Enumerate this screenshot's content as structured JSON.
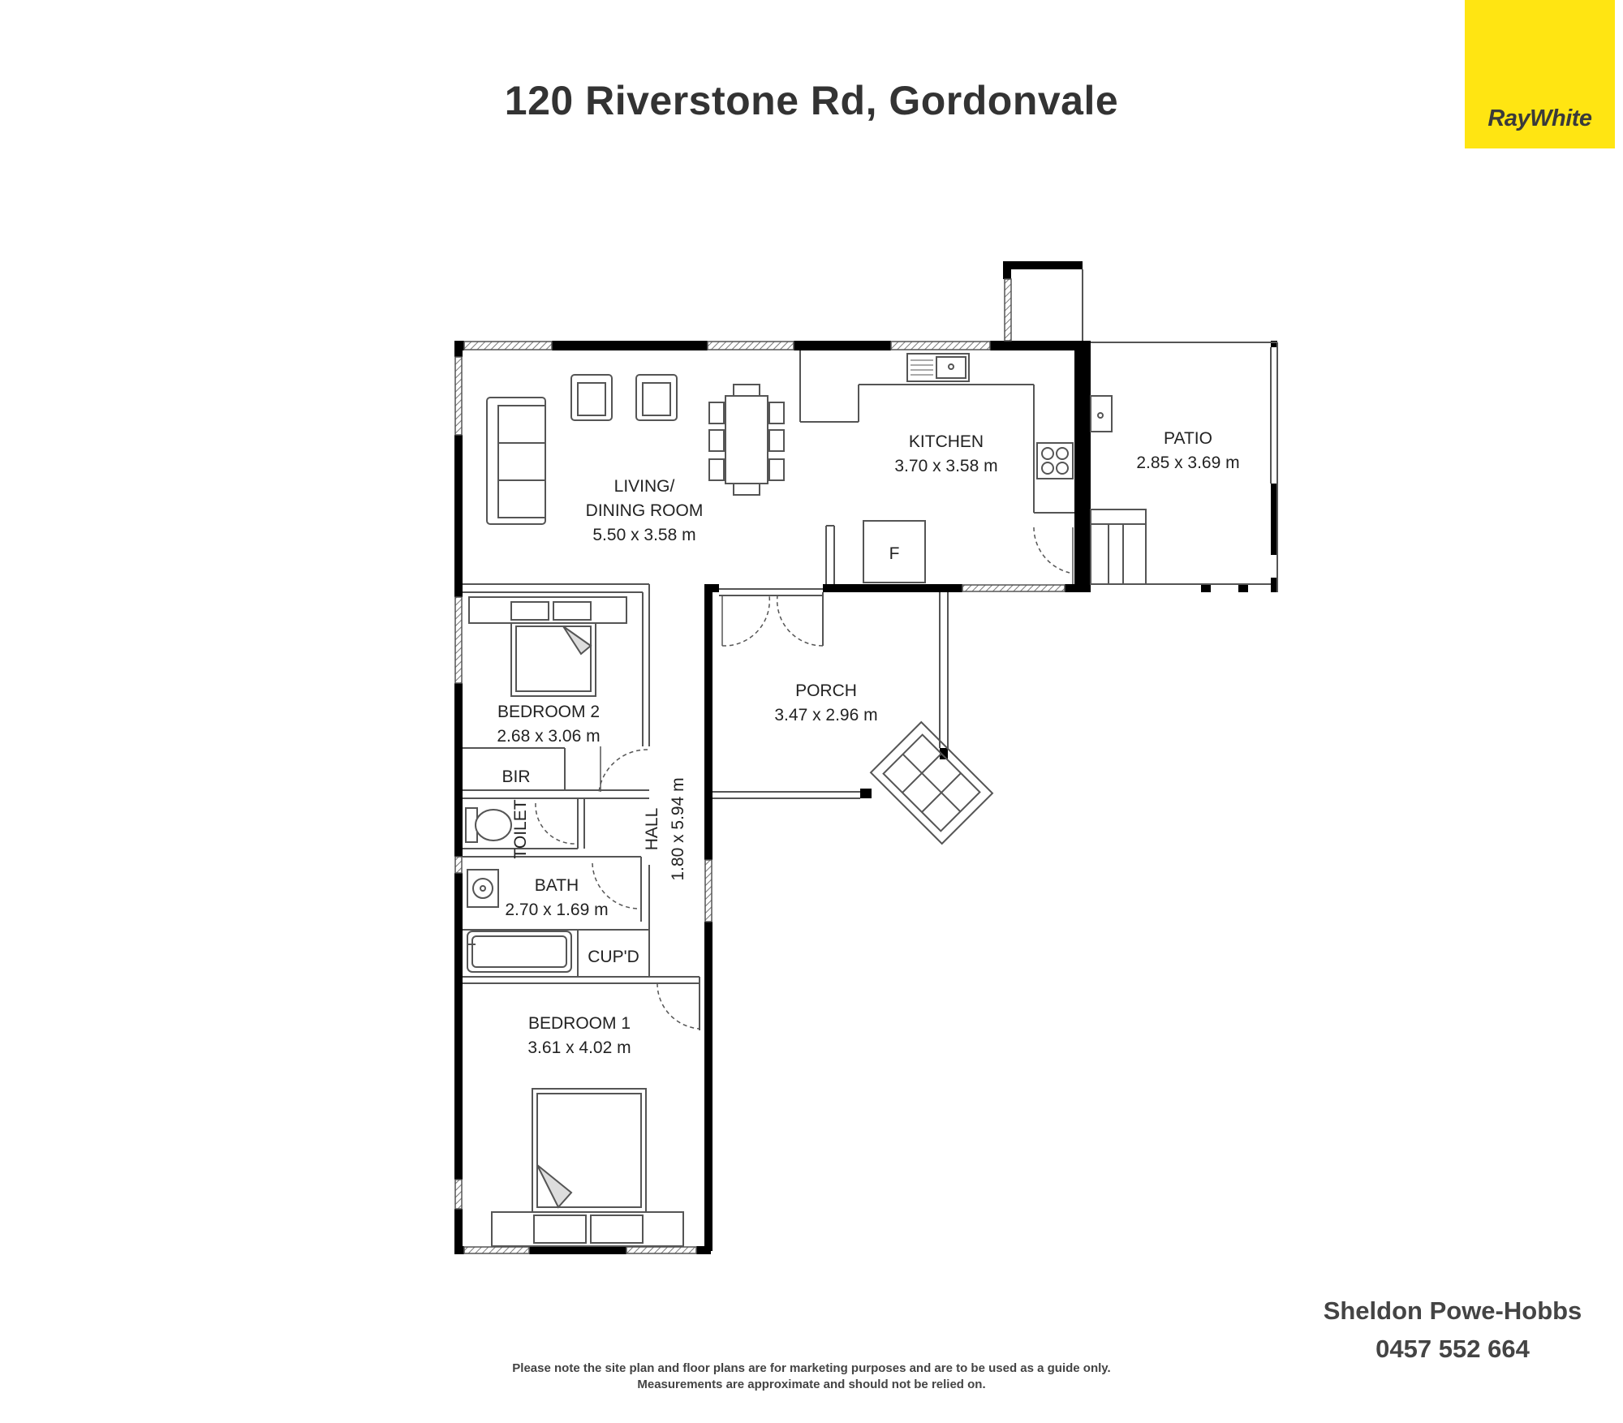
{
  "header": {
    "title": "120 Riverstone Rd, Gordonvale"
  },
  "logo": {
    "text": "RayWhite",
    "color": "#ffe512"
  },
  "rooms": {
    "living": {
      "name_line1": "LIVING/",
      "name_line2": "DINING ROOM",
      "size": "5.50 x 3.58 m"
    },
    "kitchen": {
      "name": "KITCHEN",
      "size": "3.70 x 3.58 m"
    },
    "patio": {
      "name": "PATIO",
      "size": "2.85 x 3.69 m"
    },
    "porch": {
      "name": "PORCH",
      "size": "3.47 x 2.96 m"
    },
    "bedroom2": {
      "name": "BEDROOM 2",
      "size": "2.68 x 3.06 m"
    },
    "bir": {
      "name": "BIR"
    },
    "toilet": {
      "name": "TOILET"
    },
    "hall": {
      "name": "HALL",
      "size": "1.80 x 5.94 m"
    },
    "bath": {
      "name": "BATH",
      "size": "2.70 x 1.69 m"
    },
    "cupd": {
      "name": "CUP'D"
    },
    "bedroom1": {
      "name": "BEDROOM 1",
      "size": "3.61 x 4.02 m"
    },
    "fridge": {
      "name": "F"
    }
  },
  "agent": {
    "name": "Sheldon Powe-Hobbs",
    "phone": "0457 552 664"
  },
  "disclaimer": {
    "line1": "Please note the site plan and floor plans are for marketing purposes and are to be used as a guide only.",
    "line2": "Measurements are approximate and should not be relied on."
  }
}
